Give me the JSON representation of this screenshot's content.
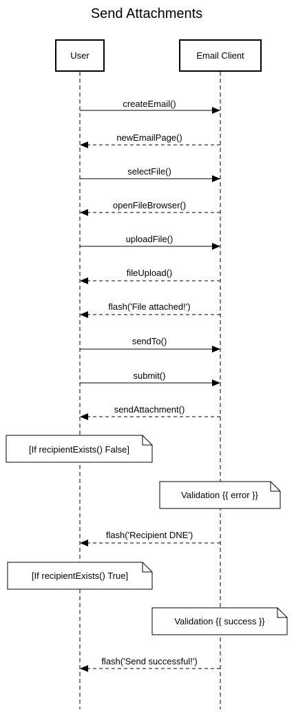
{
  "title": "Send Attachments",
  "actors": [
    {
      "id": "user",
      "label": "User"
    },
    {
      "id": "client",
      "label": "Email Client"
    }
  ],
  "messages": [
    {
      "label": "createEmail()",
      "from": "user",
      "to": "client",
      "style": "solid"
    },
    {
      "label": "newEmailPage()",
      "from": "client",
      "to": "user",
      "style": "dashed"
    },
    {
      "label": "selectFile()",
      "from": "user",
      "to": "client",
      "style": "solid"
    },
    {
      "label": "openFileBrowser()",
      "from": "client",
      "to": "user",
      "style": "dashed"
    },
    {
      "label": "uploadFile()",
      "from": "user",
      "to": "client",
      "style": "solid"
    },
    {
      "label": "fileUpload()",
      "from": "client",
      "to": "user",
      "style": "dashed"
    },
    {
      "label": "flash('File attached!')",
      "from": "client",
      "to": "user",
      "style": "dashed"
    },
    {
      "label": "sendTo()",
      "from": "user",
      "to": "client",
      "style": "solid"
    },
    {
      "label": "submit()",
      "from": "user",
      "to": "client",
      "style": "solid"
    },
    {
      "label": "sendAttachment()",
      "from": "client",
      "to": "user",
      "style": "dashed"
    },
    {
      "label": "flash('Recipient DNE')",
      "from": "client",
      "to": "user",
      "style": "dashed"
    },
    {
      "label": "flash('Send successful!')",
      "from": "client",
      "to": "user",
      "style": "dashed"
    }
  ],
  "notes": [
    {
      "text": "[If recipientExists() False]",
      "actor": "user"
    },
    {
      "text": "Validation {{ error }}",
      "actor": "client"
    },
    {
      "text": "[If recipientExists() True]",
      "actor": "user"
    },
    {
      "text": "Validation {{ success }}",
      "actor": "client"
    }
  ]
}
